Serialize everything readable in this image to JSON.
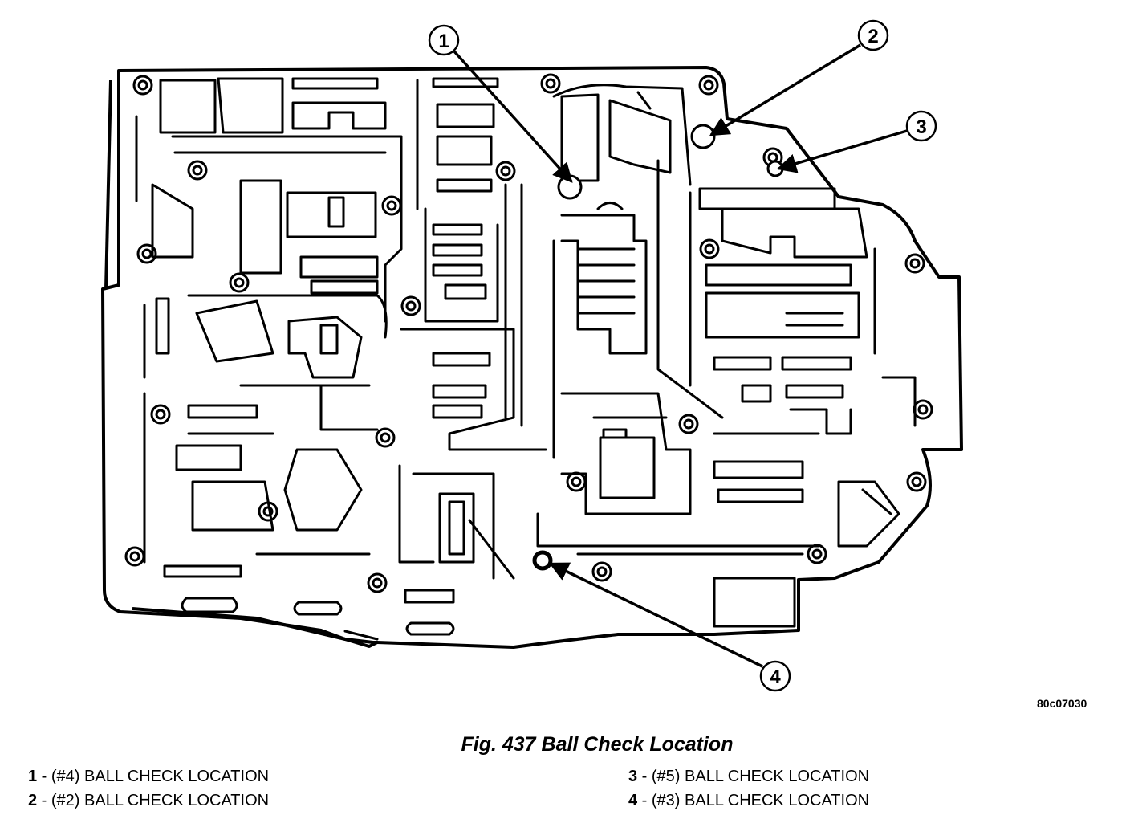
{
  "figure": {
    "caption": "Fig. 437 Ball Check Location",
    "code": "80c07030"
  },
  "callouts": [
    {
      "number": "1"
    },
    {
      "number": "2"
    },
    {
      "number": "3"
    },
    {
      "number": "4"
    }
  ],
  "legend": [
    {
      "number": "1",
      "text": " - (#4) BALL CHECK LOCATION"
    },
    {
      "number": "2",
      "text": " - (#2) BALL CHECK LOCATION"
    },
    {
      "number": "3",
      "text": " - (#5) BALL CHECK LOCATION"
    },
    {
      "number": "4",
      "text": " - (#3) BALL CHECK LOCATION"
    }
  ]
}
